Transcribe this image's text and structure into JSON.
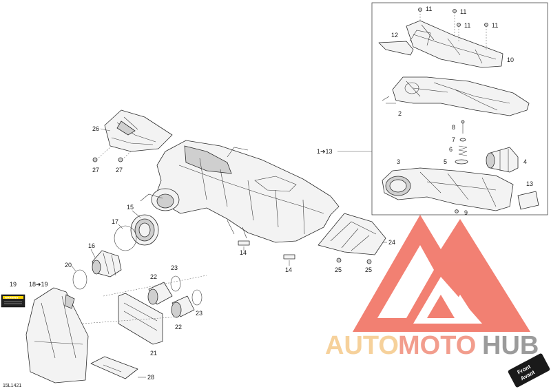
{
  "diagram": {
    "code": "15L1421",
    "watermark": {
      "part1": "AUTO",
      "part2": "MOTO",
      "part3": "HUB",
      "color_auto": "#f5c98a",
      "color_moto": "#f08c7a",
      "color_hub": "#8a8a8a",
      "logo_color": "#f06a5a"
    },
    "front_badge": {
      "line1": "Front",
      "line2": "Avant"
    },
    "warning_label": "WARNING",
    "callouts": [
      {
        "text": "11"
      },
      {
        "text": "11"
      },
      {
        "text": "11"
      },
      {
        "text": "11"
      },
      {
        "text": "12"
      },
      {
        "text": "10"
      },
      {
        "text": "2"
      },
      {
        "text": "8"
      },
      {
        "text": "7"
      },
      {
        "text": "6"
      },
      {
        "text": "5"
      },
      {
        "text": "4"
      },
      {
        "text": "3"
      },
      {
        "text": "13"
      },
      {
        "text": "9"
      },
      {
        "text": "1➔13"
      },
      {
        "text": "26"
      },
      {
        "text": "27"
      },
      {
        "text": "27"
      },
      {
        "text": "15"
      },
      {
        "text": "17"
      },
      {
        "text": "16"
      },
      {
        "text": "14"
      },
      {
        "text": "14"
      },
      {
        "text": "24"
      },
      {
        "text": "25"
      },
      {
        "text": "25"
      },
      {
        "text": "20"
      },
      {
        "text": "23"
      },
      {
        "text": "22"
      },
      {
        "text": "23"
      },
      {
        "text": "22"
      },
      {
        "text": "19"
      },
      {
        "text": "18➔19"
      },
      {
        "text": "21"
      },
      {
        "text": "28"
      }
    ]
  }
}
